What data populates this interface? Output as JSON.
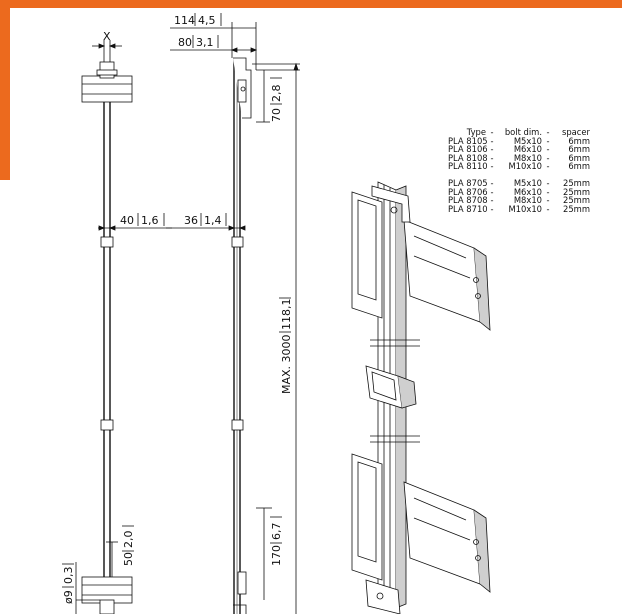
{
  "colors": {
    "accent": "#ec6a1e",
    "line": "#111111",
    "part_fill": "#ffffff",
    "part_shade": "#cfcfcf"
  },
  "dimensions": {
    "x_label": "X",
    "d114": {
      "main": "114",
      "bracket": "4,5"
    },
    "d80": {
      "main": "80",
      "bracket": "3,1"
    },
    "d70": {
      "main": "70",
      "bracket": "2,8"
    },
    "d40": {
      "main": "40",
      "bracket": "1,6"
    },
    "d36": {
      "main": "36",
      "bracket": "1,4"
    },
    "max": {
      "main": "MAX. 3000",
      "bracket": "118,1"
    },
    "d50": {
      "main": "50",
      "bracket": "2,0"
    },
    "d170": {
      "main": "170",
      "bracket": "6,7"
    },
    "d9": {
      "main": "ø9",
      "bracket": "0,3"
    }
  },
  "spec_table": {
    "header": {
      "type": "Type",
      "bolt": "bolt dim.",
      "spacer": "spacer"
    },
    "separator": "-",
    "group1": [
      {
        "type": "PLA 8105",
        "bolt": "M5x10",
        "spacer": "6mm"
      },
      {
        "type": "PLA 8106",
        "bolt": "M6x10",
        "spacer": "6mm"
      },
      {
        "type": "PLA 8108",
        "bolt": "M8x10",
        "spacer": "6mm"
      },
      {
        "type": "PLA 8110",
        "bolt": "M10x10",
        "spacer": "6mm"
      }
    ],
    "group2": [
      {
        "type": "PLA 8705",
        "bolt": "M5x10",
        "spacer": "25mm"
      },
      {
        "type": "PLA 8706",
        "bolt": "M6x10",
        "spacer": "25mm"
      },
      {
        "type": "PLA 8708",
        "bolt": "M8x10",
        "spacer": "25mm"
      },
      {
        "type": "PLA 8710",
        "bolt": "M10x10",
        "spacer": "25mm"
      }
    ]
  }
}
